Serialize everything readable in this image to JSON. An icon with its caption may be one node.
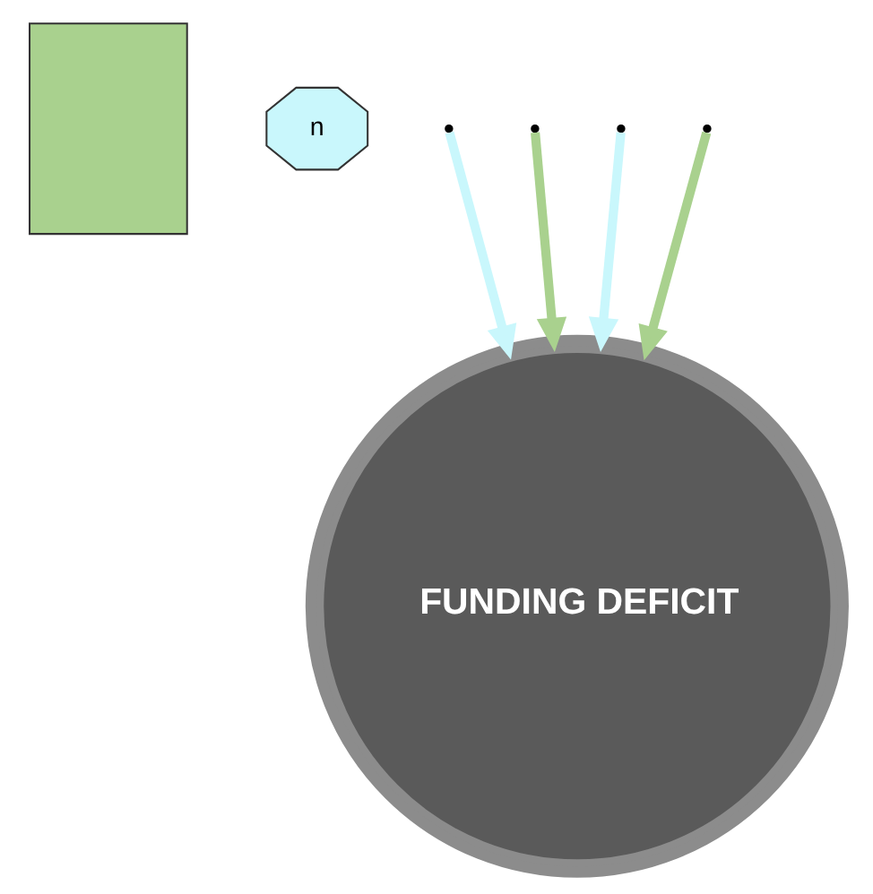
{
  "diagram": {
    "nodes": [
      {
        "text": [],
        "shape": "box"
      },
      {
        "text": [
          "n"
        ]
      },
      {
        "text": [
          "FUNDING DEFICIT"
        ]
      }
    ],
    "edges": [
      {
        "from": null,
        "to": 2,
        "arrow": "to",
        "color": "#a9d18e"
      },
      {
        "from": null,
        "to": 2,
        "arrow": "to",
        "color": "#c9f7fc"
      },
      {
        "from": null,
        "to": 2,
        "arrow": "to",
        "color": "#c9f7fc"
      },
      {
        "from": null,
        "to": 2,
        "arrow": "to",
        "color": "#a9d18e"
      }
    ]
  }
}
